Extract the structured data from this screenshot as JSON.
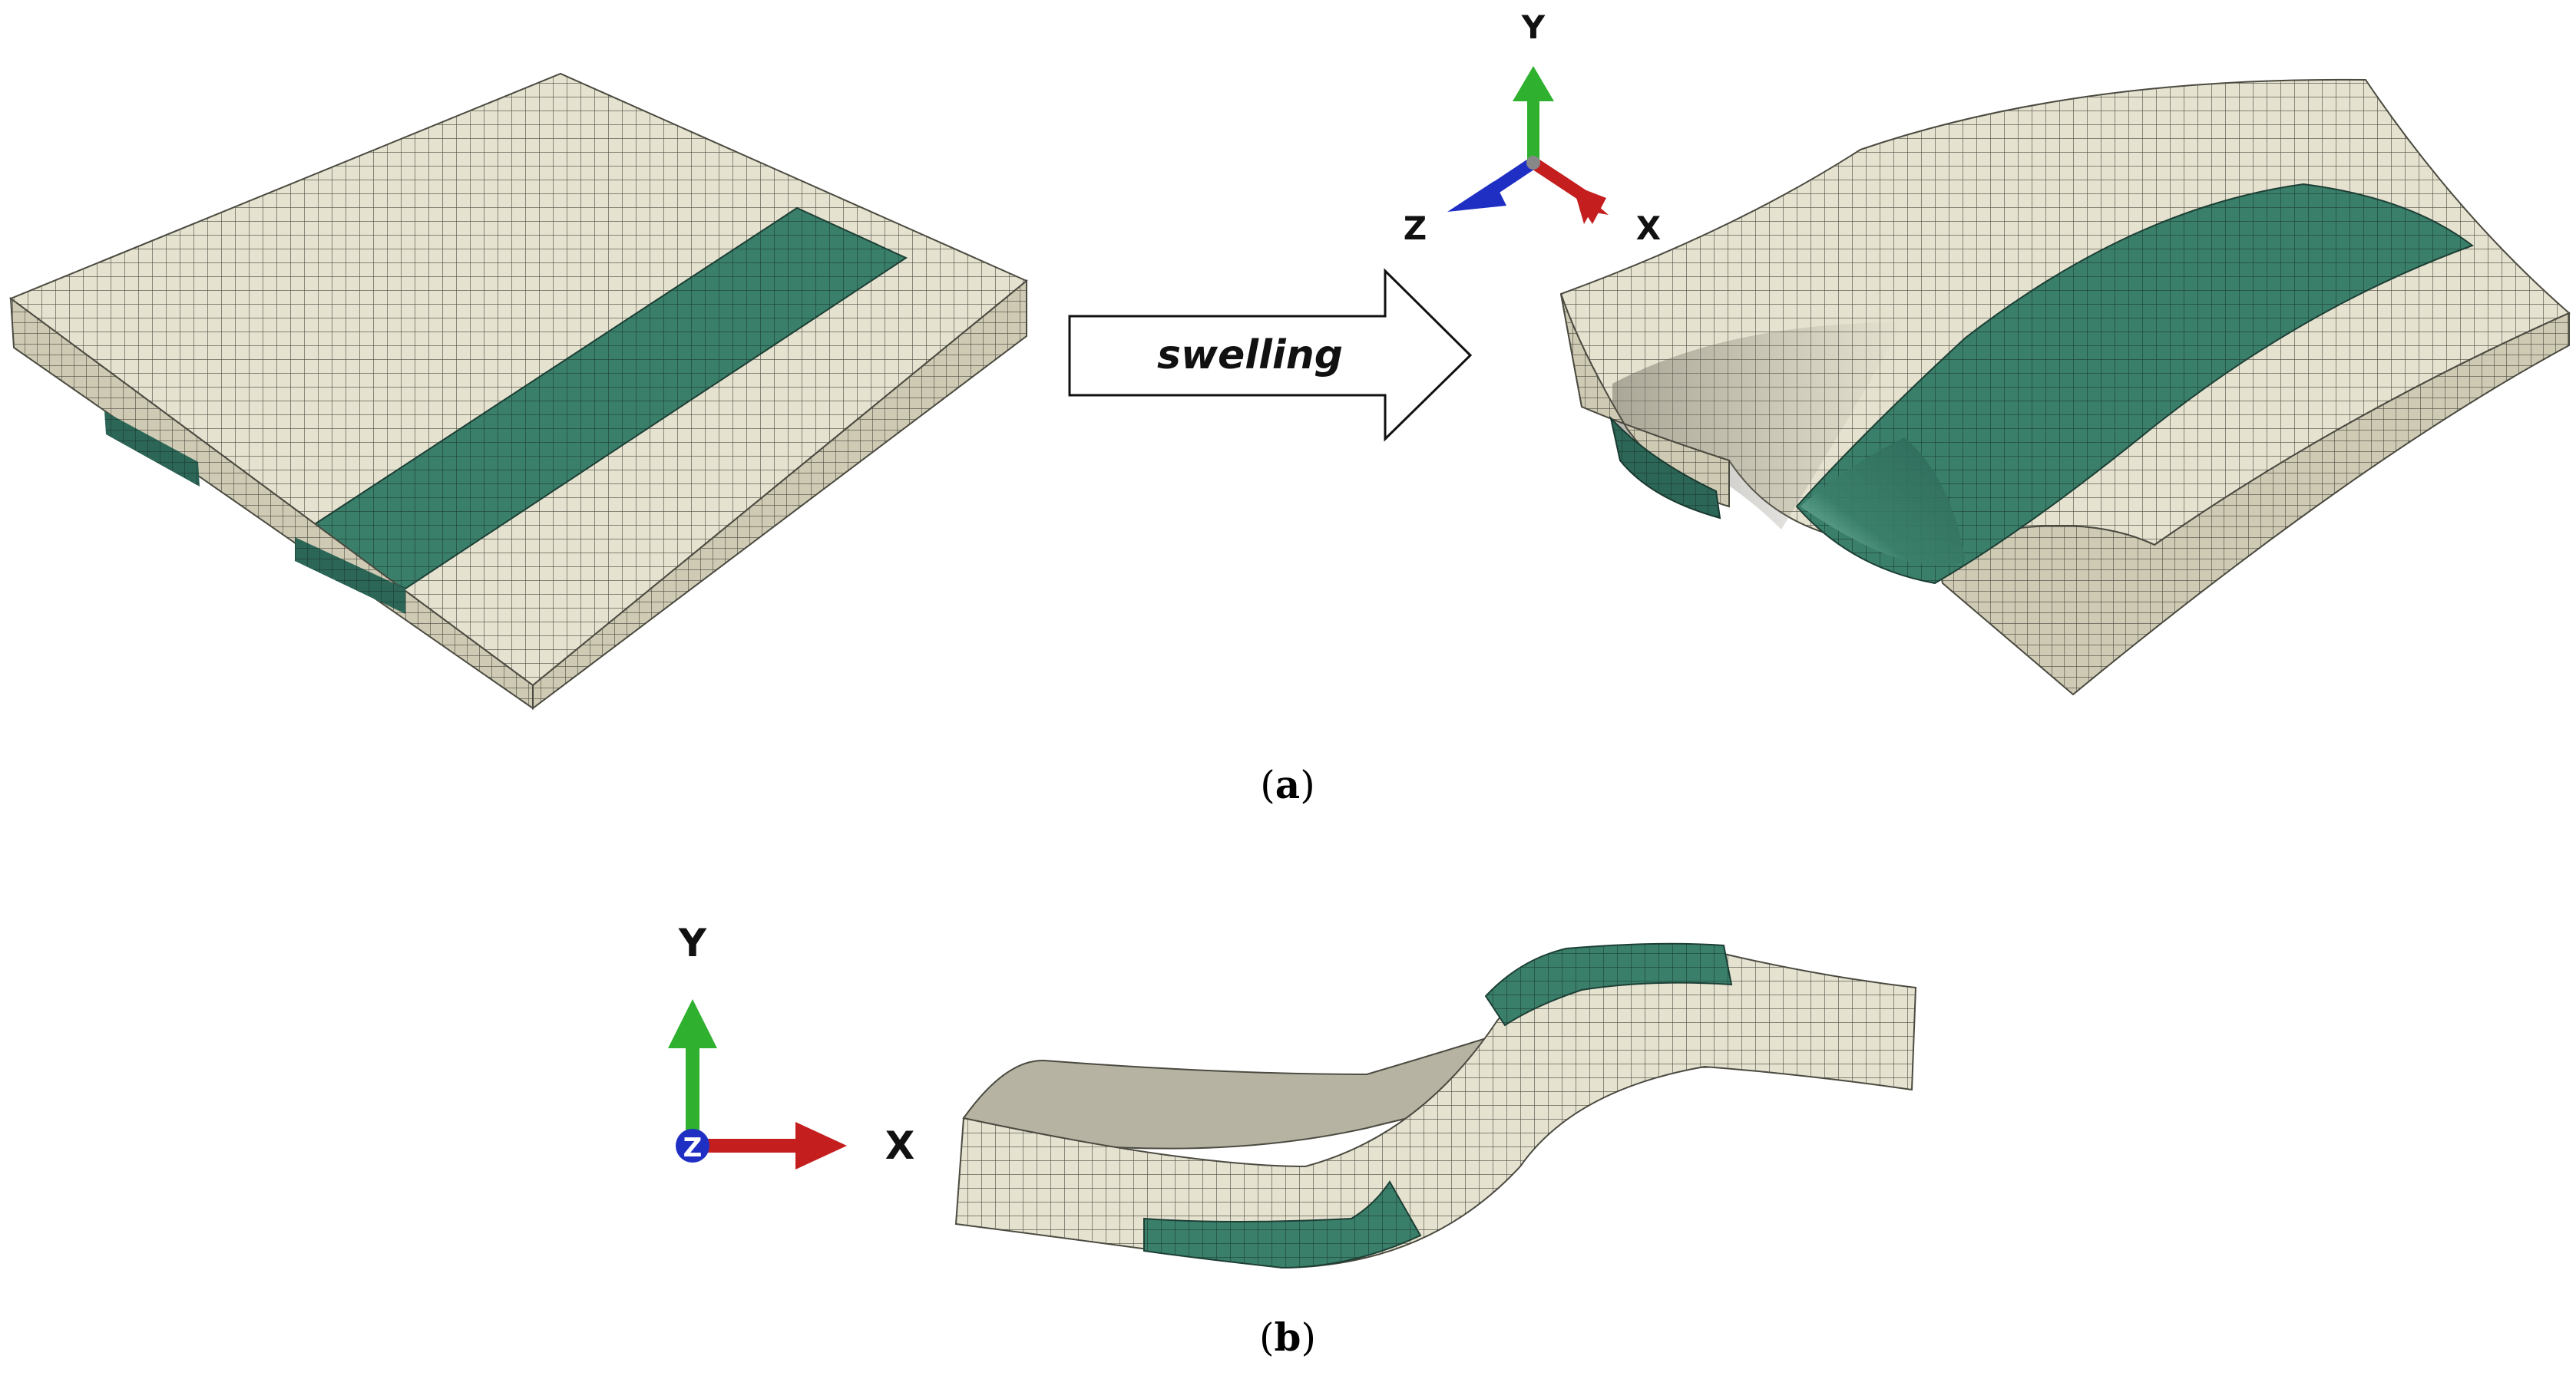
{
  "colors": {
    "mesh_base": "#e6e2d0",
    "mesh_side": "#cfcab4",
    "mesh_line": "#4a4a40",
    "strip": "#3a7f6a",
    "strip_dark": "#2c6656",
    "strip_light": "#9fe0cc",
    "axis_x": "#c41e1e",
    "axis_y": "#2fb02f",
    "axis_z": "#1f2fc4"
  },
  "panel_a": {
    "process_arrow_label": "swelling",
    "triad": {
      "x_label": "X",
      "y_label": "Y",
      "z_label": "Z"
    },
    "caption_open": "(",
    "caption_letter": "a",
    "caption_close": ")"
  },
  "panel_b": {
    "triad": {
      "x_label": "X",
      "y_label": "Y",
      "z_label": "Z"
    },
    "caption_open": "(",
    "caption_letter": "b",
    "caption_close": ")"
  },
  "icons": {
    "process_arrow": "right-arrow-icon",
    "triad_a": "xyz-axis-triad-icon",
    "triad_b": "xy-axis-triad-icon"
  }
}
